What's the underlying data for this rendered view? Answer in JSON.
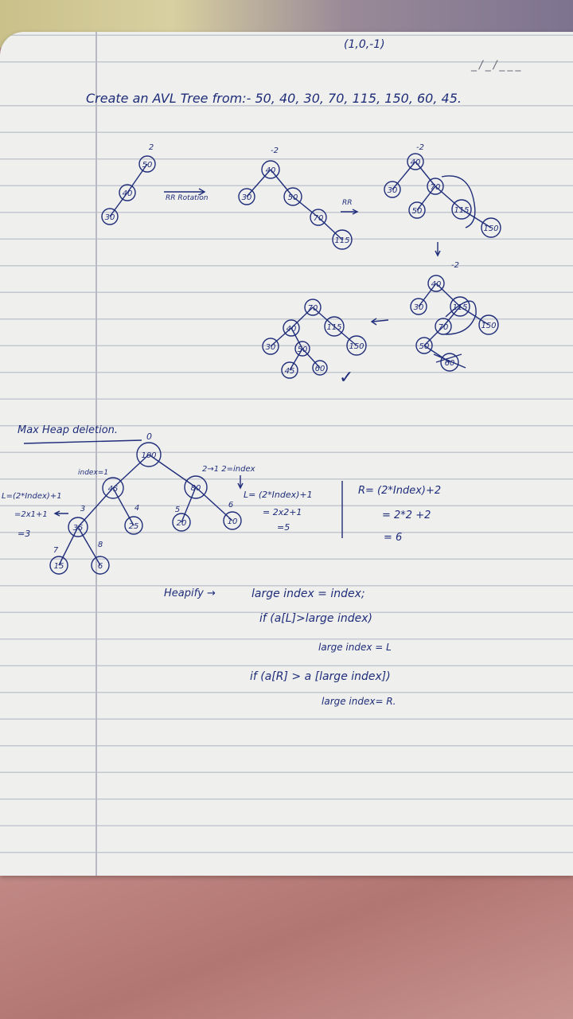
{
  "header": {
    "date_label": "_/_/___",
    "balance_note": "(1,0,-1)"
  },
  "avl": {
    "title": "Create an AVL Tree from:- 50, 40, 30, 70, 115, 150, 60, 45.",
    "rotation_label": "RR Rotation",
    "rr_arrow_label": "RR",
    "tree1": {
      "balance": "2",
      "nodes": [
        "50",
        "40",
        "30"
      ]
    },
    "tree2": {
      "balance": "-2",
      "nodes": [
        "40",
        "30",
        "50",
        "70",
        "115"
      ]
    },
    "tree3": {
      "balance": "-2",
      "nodes": [
        "40",
        "30",
        "70",
        "50",
        "115",
        "150"
      ]
    },
    "tree4": {
      "balance": "-2",
      "nodes": [
        "40",
        "30",
        "115",
        "70",
        "150",
        "50",
        "60"
      ]
    },
    "tree5": {
      "nodes": [
        "70",
        "40",
        "115",
        "30",
        "50",
        "150",
        "45",
        "60"
      ]
    },
    "checkmark": "✓"
  },
  "heap": {
    "title": "Max Heap deletion.",
    "root_index": "0",
    "index_label": "index=1",
    "left_formula": [
      "L=(2*Index)+1",
      "=2x1+1",
      "=3"
    ],
    "mid_note": "2→1 2=index",
    "mid_formula": [
      "L= (2*Index)+1",
      "= 2x2+1",
      "=5"
    ],
    "right_formula": [
      "R= (2*Index)+2",
      "= 2*2 +2",
      "= 6"
    ],
    "nodes": [
      "100",
      "45",
      "80",
      "35",
      "25",
      "20",
      "10",
      "15",
      "6"
    ],
    "node_indices": [
      "3",
      "4",
      "5",
      "6",
      "7",
      "8"
    ],
    "heapify_label": "Heapify →",
    "code_lines": [
      "large index = index;",
      "if (a[L]>large index)",
      "large index = L",
      "if (a[R] > a [large index])",
      "large index= R."
    ]
  }
}
